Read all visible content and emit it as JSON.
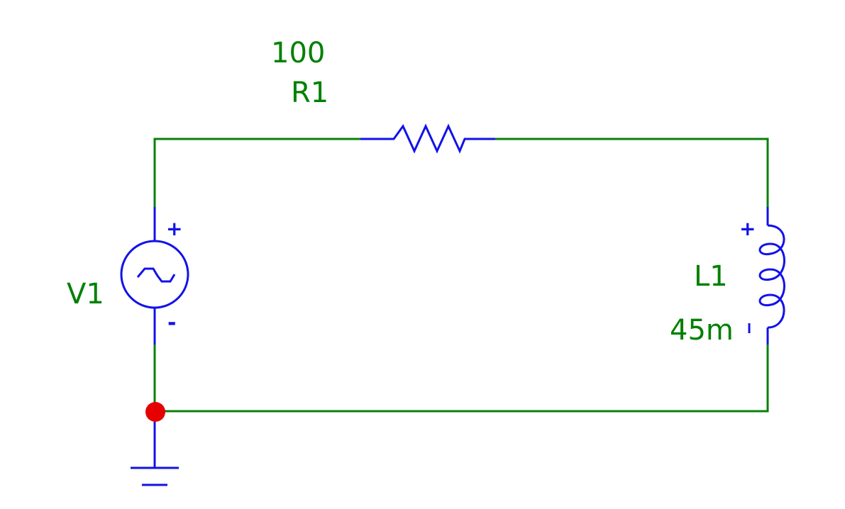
{
  "components": {
    "resistor": {
      "name": "R1",
      "value": "100"
    },
    "source": {
      "name": "V1",
      "plus": "+",
      "minus": "-"
    },
    "inductor": {
      "name": "L1",
      "value": "45m",
      "plus": "+"
    }
  },
  "colors": {
    "wire": "#0a7f0a",
    "component": "#1212e8",
    "label": "#008000",
    "junction": "#e60000",
    "background": "#ffffff"
  },
  "icons": [
    "resistor-symbol",
    "ac-voltage-source-icon",
    "inductor-coil-icon",
    "ground-symbol",
    "junction-dot"
  ]
}
